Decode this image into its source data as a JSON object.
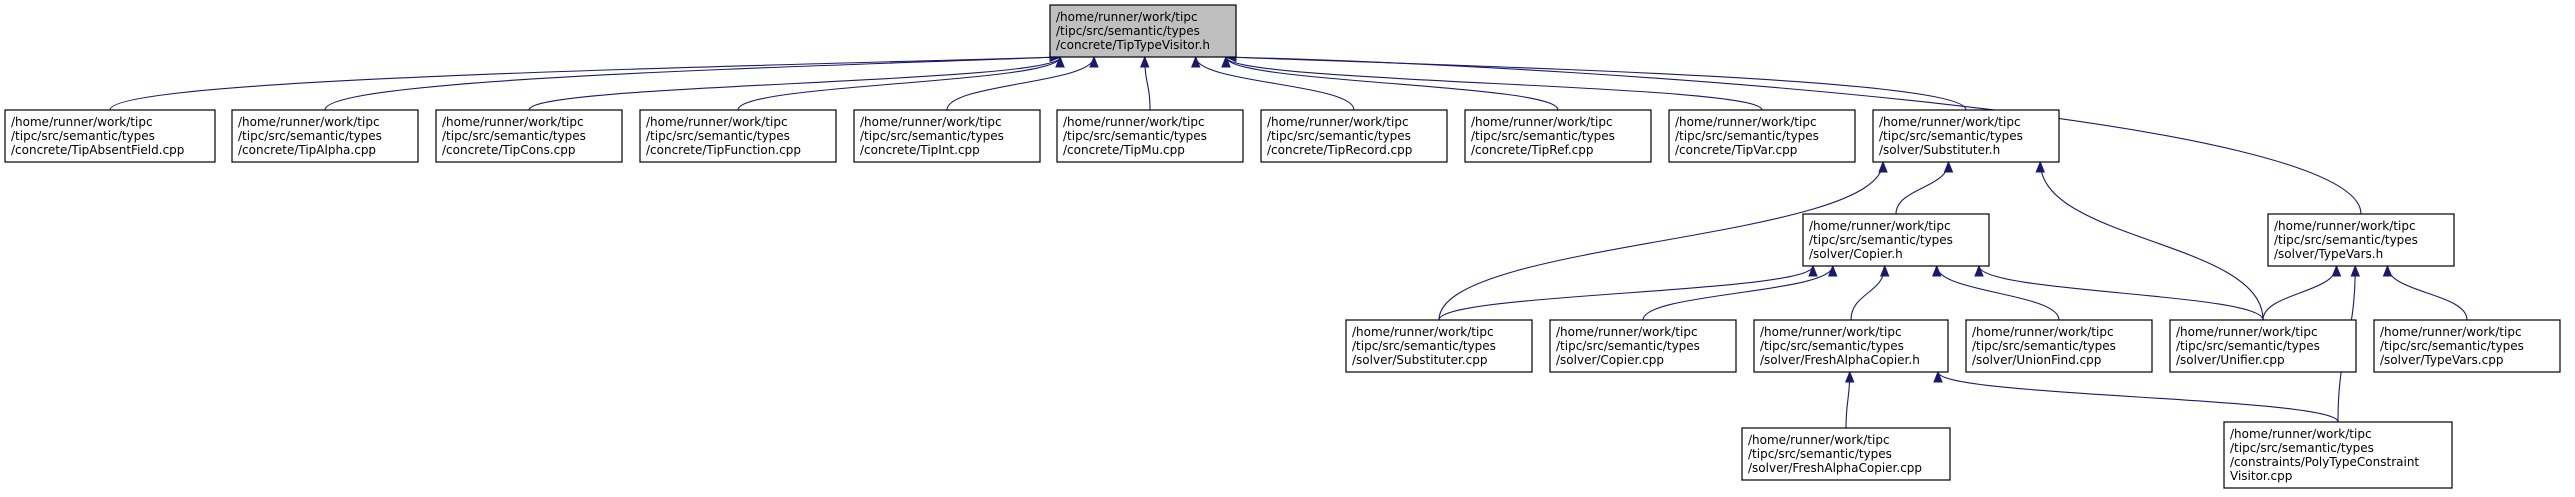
{
  "graph": {
    "nodes": [
      {
        "id": "root",
        "lines": [
          "/home/runner/work/tipc",
          "/tipc/src/semantic/types",
          "/concrete/TipTypeVisitor.h"
        ],
        "highlight": true
      },
      {
        "id": "absent",
        "lines": [
          "/home/runner/work/tipc",
          "/tipc/src/semantic/types",
          "/concrete/TipAbsentField.cpp"
        ]
      },
      {
        "id": "alpha",
        "lines": [
          "/home/runner/work/tipc",
          "/tipc/src/semantic/types",
          "/concrete/TipAlpha.cpp"
        ]
      },
      {
        "id": "cons",
        "lines": [
          "/home/runner/work/tipc",
          "/tipc/src/semantic/types",
          "/concrete/TipCons.cpp"
        ]
      },
      {
        "id": "function",
        "lines": [
          "/home/runner/work/tipc",
          "/tipc/src/semantic/types",
          "/concrete/TipFunction.cpp"
        ]
      },
      {
        "id": "int",
        "lines": [
          "/home/runner/work/tipc",
          "/tipc/src/semantic/types",
          "/concrete/TipInt.cpp"
        ]
      },
      {
        "id": "mu",
        "lines": [
          "/home/runner/work/tipc",
          "/tipc/src/semantic/types",
          "/concrete/TipMu.cpp"
        ]
      },
      {
        "id": "record",
        "lines": [
          "/home/runner/work/tipc",
          "/tipc/src/semantic/types",
          "/concrete/TipRecord.cpp"
        ]
      },
      {
        "id": "ref",
        "lines": [
          "/home/runner/work/tipc",
          "/tipc/src/semantic/types",
          "/concrete/TipRef.cpp"
        ]
      },
      {
        "id": "var",
        "lines": [
          "/home/runner/work/tipc",
          "/tipc/src/semantic/types",
          "/concrete/TipVar.cpp"
        ]
      },
      {
        "id": "subst_h",
        "lines": [
          "/home/runner/work/tipc",
          "/tipc/src/semantic/types",
          "/solver/Substituter.h"
        ]
      },
      {
        "id": "copier_h",
        "lines": [
          "/home/runner/work/tipc",
          "/tipc/src/semantic/types",
          "/solver/Copier.h"
        ]
      },
      {
        "id": "typevars_h",
        "lines": [
          "/home/runner/work/tipc",
          "/tipc/src/semantic/types",
          "/solver/TypeVars.h"
        ]
      },
      {
        "id": "subst_cpp",
        "lines": [
          "/home/runner/work/tipc",
          "/tipc/src/semantic/types",
          "/solver/Substituter.cpp"
        ]
      },
      {
        "id": "copier_cpp",
        "lines": [
          "/home/runner/work/tipc",
          "/tipc/src/semantic/types",
          "/solver/Copier.cpp"
        ]
      },
      {
        "id": "fresh_h",
        "lines": [
          "/home/runner/work/tipc",
          "/tipc/src/semantic/types",
          "/solver/FreshAlphaCopier.h"
        ]
      },
      {
        "id": "unionfind",
        "lines": [
          "/home/runner/work/tipc",
          "/tipc/src/semantic/types",
          "/solver/UnionFind.cpp"
        ]
      },
      {
        "id": "unifier",
        "lines": [
          "/home/runner/work/tipc",
          "/tipc/src/semantic/types",
          "/solver/Unifier.cpp"
        ]
      },
      {
        "id": "typevars_cpp",
        "lines": [
          "/home/runner/work/tipc",
          "/tipc/src/semantic/types",
          "/solver/TypeVars.cpp"
        ]
      },
      {
        "id": "fresh_cpp",
        "lines": [
          "/home/runner/work/tipc",
          "/tipc/src/semantic/types",
          "/solver/FreshAlphaCopier.cpp"
        ]
      },
      {
        "id": "poly",
        "lines": [
          "/home/runner/work/tipc",
          "/tipc/src/semantic/types",
          "/constraints/PolyTypeConstraint",
          "Visitor.cpp"
        ]
      }
    ],
    "edges": [
      {
        "from": "absent",
        "to": "root"
      },
      {
        "from": "alpha",
        "to": "root"
      },
      {
        "from": "cons",
        "to": "root"
      },
      {
        "from": "function",
        "to": "root"
      },
      {
        "from": "int",
        "to": "root"
      },
      {
        "from": "mu",
        "to": "root"
      },
      {
        "from": "record",
        "to": "root"
      },
      {
        "from": "ref",
        "to": "root"
      },
      {
        "from": "var",
        "to": "root"
      },
      {
        "from": "subst_h",
        "to": "root"
      },
      {
        "from": "typevars_h",
        "to": "root"
      },
      {
        "from": "copier_h",
        "to": "subst_h"
      },
      {
        "from": "subst_cpp",
        "to": "subst_h"
      },
      {
        "from": "unifier",
        "to": "subst_h"
      },
      {
        "from": "subst_cpp",
        "to": "copier_h"
      },
      {
        "from": "copier_cpp",
        "to": "copier_h"
      },
      {
        "from": "fresh_h",
        "to": "copier_h"
      },
      {
        "from": "unionfind",
        "to": "copier_h"
      },
      {
        "from": "unifier",
        "to": "copier_h"
      },
      {
        "from": "unifier",
        "to": "typevars_h"
      },
      {
        "from": "typevars_cpp",
        "to": "typevars_h"
      },
      {
        "from": "poly",
        "to": "typevars_h"
      },
      {
        "from": "fresh_cpp",
        "to": "fresh_h"
      },
      {
        "from": "poly",
        "to": "fresh_h"
      }
    ]
  }
}
